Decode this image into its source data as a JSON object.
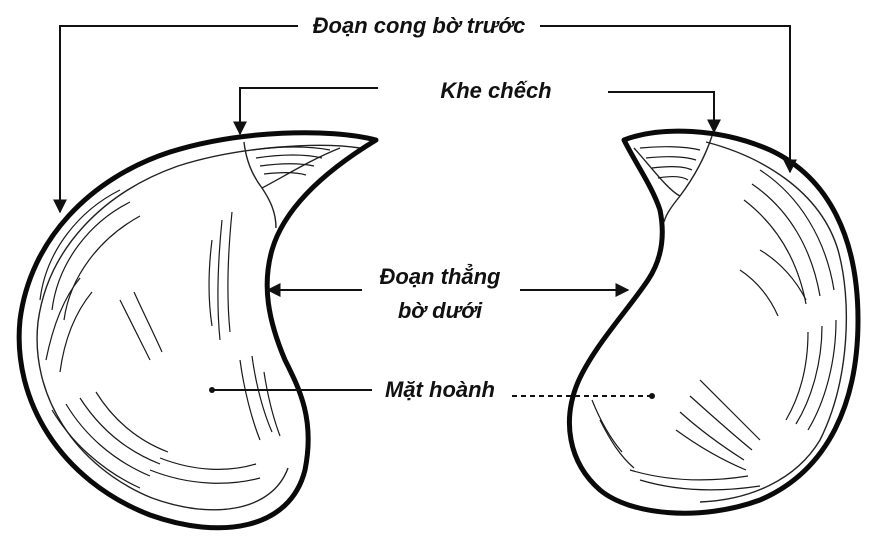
{
  "labels": {
    "anterior_curve": "Đoạn cong bờ trước",
    "oblique_fissure": "Khe chếch",
    "inferior_line_1": "Đoạn thẳng",
    "inferior_line_2": "bờ dưới",
    "diaphragmatic_surface": "Mặt hoành"
  },
  "colors": {
    "ink": "#111111",
    "background": "#ffffff"
  }
}
